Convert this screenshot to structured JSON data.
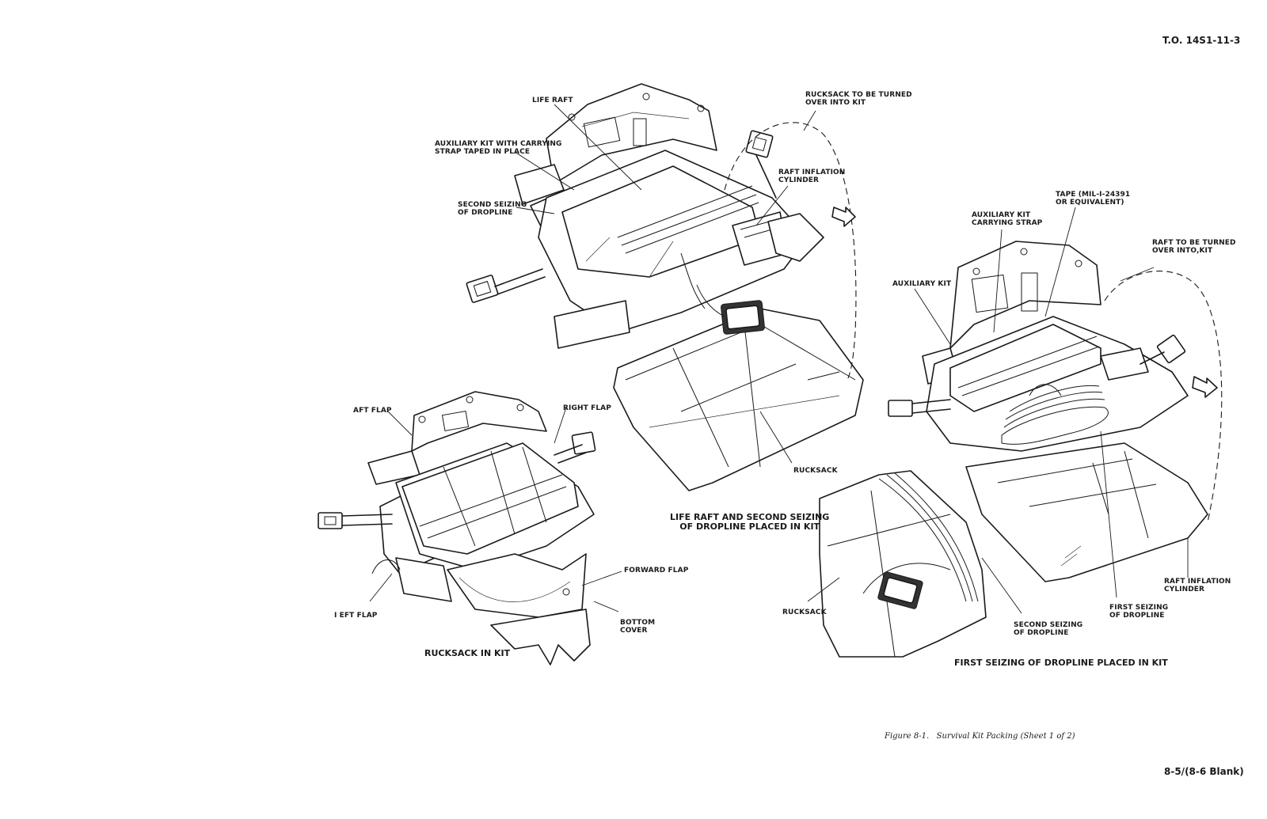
{
  "header": {
    "doc_number": "T.O. 14S1-11-3"
  },
  "footer": {
    "figure_caption": "Figure 8-1.   Survival Kit Packing (Sheet 1 of 2)",
    "page_number": "8-5/(8-6 Blank)"
  },
  "views": {
    "top": {
      "caption": "LIFE RAFT AND SECOND SEIZING\nOF DROPLINE PLACED IN KIT",
      "labels": {
        "life_raft": "LIFE RAFT",
        "auxiliary_kit_strap": "AUXILIARY KIT WITH CARRYING\nSTRAP TAPED IN PLACE",
        "second_seizing": "SECOND SEIZING\nOF DROPLINE",
        "rucksack_turn": "RUCKSACK TO BE TURNED\nOVER INTO KIT",
        "raft_inflation": "RAFT INFLATION\nCYLINDER",
        "rucksack": "RUCKSACK"
      }
    },
    "bottom_left": {
      "caption": "RUCKSACK IN KIT",
      "labels": {
        "aft_flap": "AFT FLAP",
        "right_flap": "RIGHT FLAP",
        "forward_flap": "FORWARD FLAP",
        "left_flap": "I EFT FLAP",
        "bottom_cover": "BOTTOM\nCOVER"
      }
    },
    "right": {
      "caption": "FIRST SEIZING OF DROPLINE PLACED IN KIT",
      "labels": {
        "tape": "TAPE (MIL-I-24391\nOR EQUIVALENT)",
        "aux_carry_strap": "AUXILIARY KIT\nCARRYING STRAP",
        "raft_turn": "RAFT TO BE TURNED\nOVER INTO,KIT",
        "auxiliary_kit": "AUXILIARY KIT",
        "raft_inflation": "RAFT INFLATION\nCYLINDER",
        "first_seizing": "FIRST SEIZING\nOF DROPLINE",
        "second_seizing": "SECOND SEIZING\nOF DROPLINE",
        "rucksack": "RUCKSACK"
      }
    }
  },
  "icons": {
    "fwd_arrow": "fwd-arrow-icon"
  }
}
